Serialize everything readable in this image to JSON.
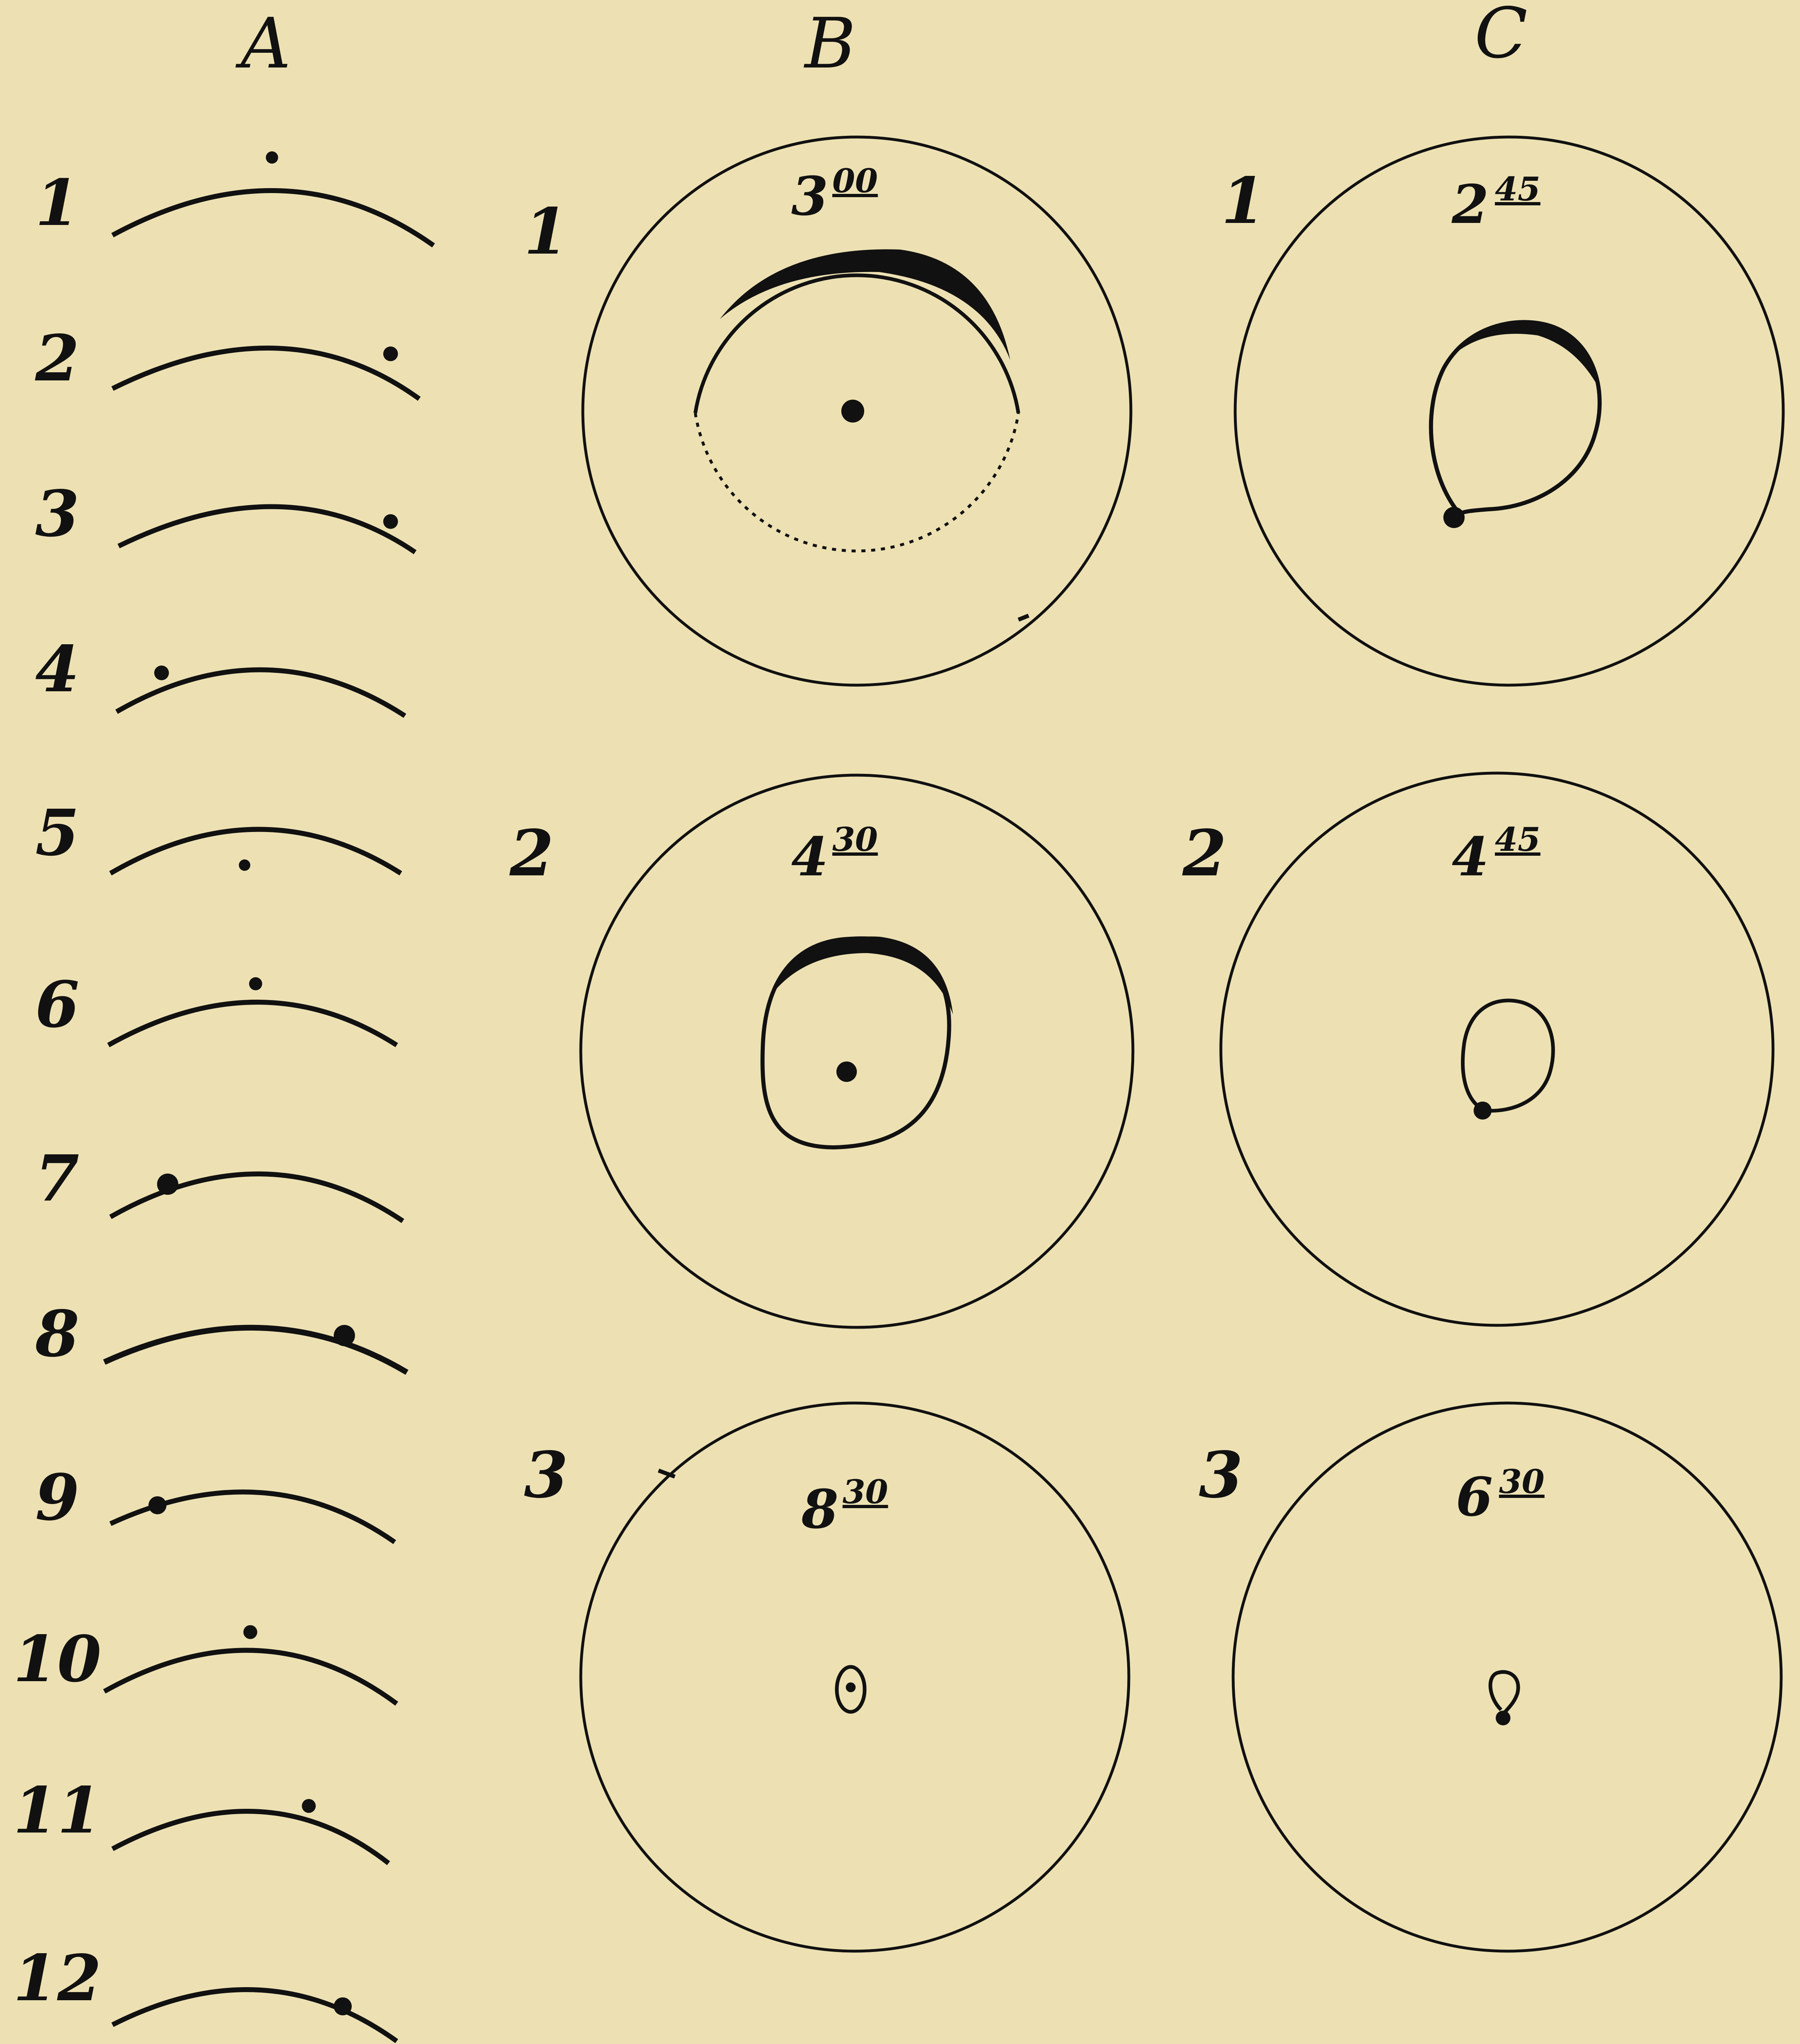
{
  "columns": {
    "a": "A",
    "b": "B",
    "c": "C"
  },
  "column_a": {
    "rows": [
      "1",
      "2",
      "3",
      "4",
      "5",
      "6",
      "7",
      "8",
      "9",
      "10",
      "11",
      "12"
    ]
  },
  "column_b": {
    "panels": [
      {
        "number": "1",
        "time_main": "3",
        "time_sup": "00"
      },
      {
        "number": "2",
        "time_main": "4",
        "time_sup": "30"
      },
      {
        "number": "3",
        "time_main": "8",
        "time_sup": "30"
      }
    ]
  },
  "column_c": {
    "panels": [
      {
        "number": "1",
        "time_main": "2",
        "time_sup": "45"
      },
      {
        "number": "2",
        "time_main": "4",
        "time_sup": "45"
      },
      {
        "number": "3",
        "time_main": "6",
        "time_sup": "30"
      }
    ]
  },
  "colors": {
    "paper": "#ede1b3",
    "ink": "#111111"
  }
}
